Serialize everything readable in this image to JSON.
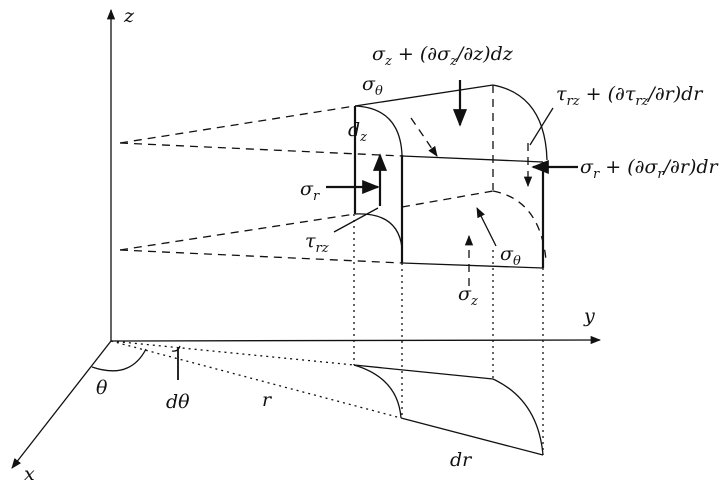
{
  "title": "Stresses on cylindrical element",
  "axes": {
    "z": "z",
    "y": "y",
    "x": "x"
  },
  "labels": {
    "theta": "θ",
    "d_theta": "dθ",
    "r": "r",
    "dr": "dr",
    "dz": "d",
    "dz_sub": "z",
    "sigma_theta_top": "σ",
    "sigma_theta_top_sub": "θ",
    "sigma_z_plus": "σ",
    "sigma_z_plus_sub": "z",
    "sigma_z_plus_rest": " + (∂σ",
    "sigma_z_plus_sub2": "z",
    "sigma_z_plus_end": "/∂z)dz",
    "tau_rz_plus": "τ",
    "tau_rz_plus_sub": "rz",
    "tau_rz_plus_rest": " + (∂τ",
    "tau_rz_plus_sub2": "rz",
    "tau_rz_plus_end": "/∂r)dr",
    "sigma_r_plus": "σ",
    "sigma_r_plus_sub": "r",
    "sigma_r_plus_rest": " + (∂σ",
    "sigma_r_plus_sub2": "r",
    "sigma_r_plus_end": "/∂r)dr",
    "sigma_r": "σ",
    "sigma_r_sub": "r",
    "tau_rz": "τ",
    "tau_rz_sub": "rz",
    "sigma_theta_bottom": "σ",
    "sigma_theta_bottom_sub": "θ",
    "sigma_z": "σ",
    "sigma_z_sub": "z"
  }
}
